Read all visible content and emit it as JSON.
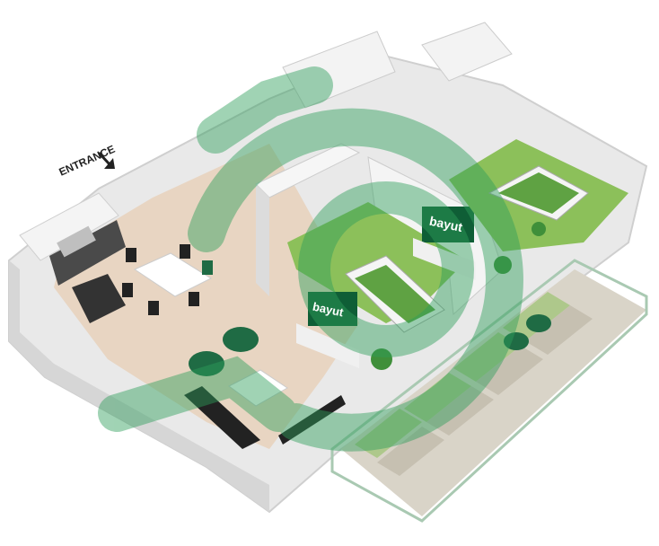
{
  "labels": {
    "entrance": "ENTRANCE"
  },
  "tv_brand_left": "bayut",
  "tv_brand_right": "bayut",
  "watermark": "bayut",
  "colors": {
    "wall": "#f2f2f2",
    "wall_shade": "#d9d9d9",
    "floor": "#e6d6c6",
    "bedroom_floor": "#8cc05a",
    "accent_green": "#1f7a4c",
    "watermark": "#2e9e5b"
  }
}
